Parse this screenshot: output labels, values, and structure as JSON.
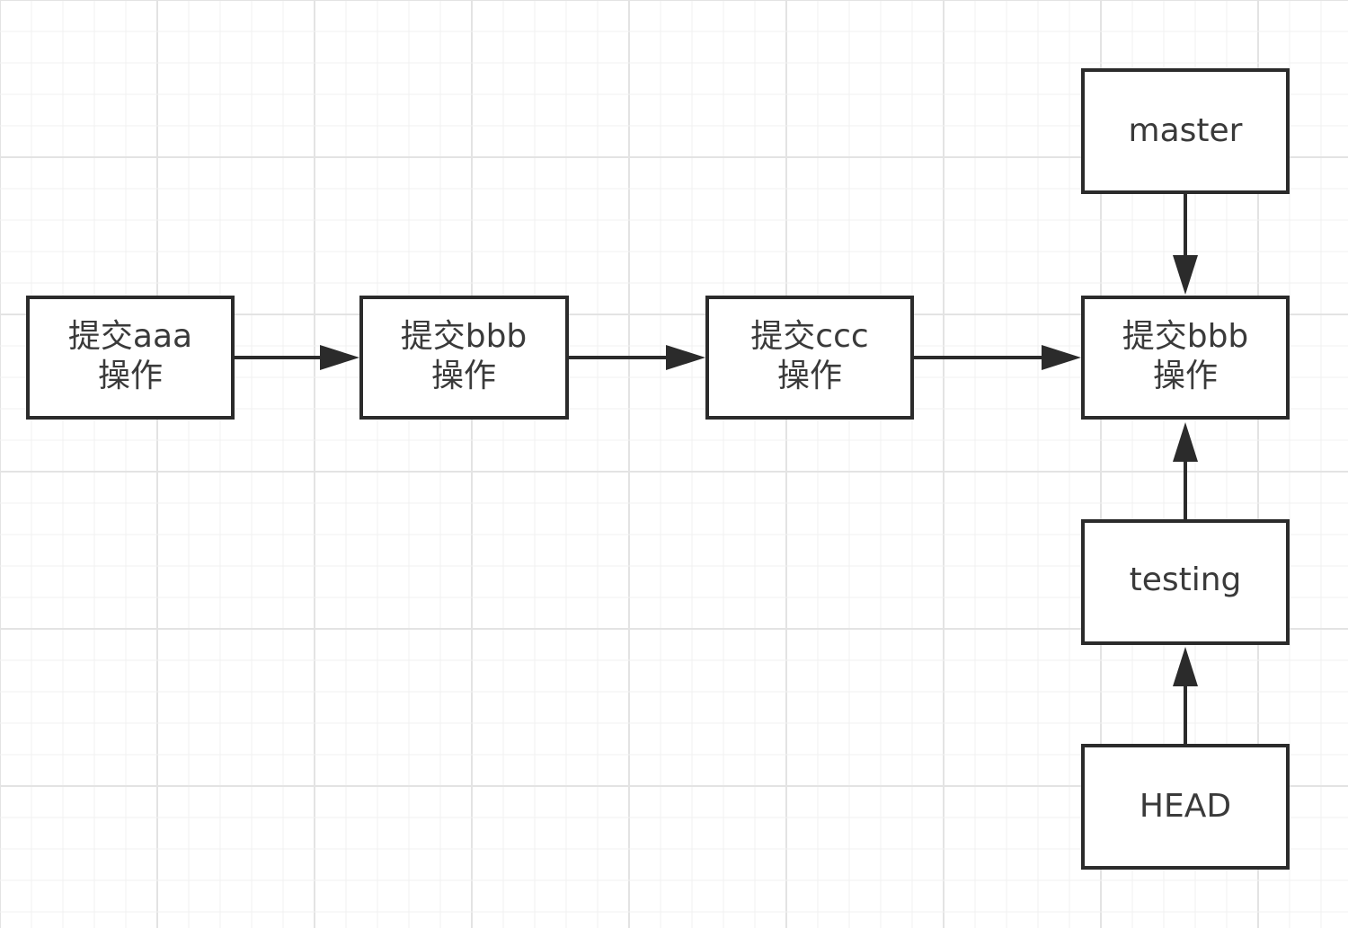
{
  "colors": {
    "background": "#ffffff",
    "grid_major": "#e3e3e3",
    "grid_minor": "#f1f1f1",
    "node_border": "#2b2b2b",
    "node_fill": "#ffffff",
    "text": "#3a3a3a",
    "edge": "#2b2b2b"
  },
  "nodes": {
    "commit_aaa": {
      "line1": "提交aaa",
      "line2": "操作"
    },
    "commit_bbb": {
      "line1": "提交bbb",
      "line2": "操作"
    },
    "commit_ccc": {
      "line1": "提交ccc",
      "line2": "操作"
    },
    "commit_bbb_2": {
      "line1": "提交bbb",
      "line2": "操作"
    },
    "master": {
      "label": "master"
    },
    "testing": {
      "label": "testing"
    },
    "head": {
      "label": "HEAD"
    }
  },
  "edges": [
    {
      "from": "commit_aaa",
      "to": "commit_bbb"
    },
    {
      "from": "commit_bbb",
      "to": "commit_ccc"
    },
    {
      "from": "commit_ccc",
      "to": "commit_bbb_2"
    },
    {
      "from": "master",
      "to": "commit_bbb_2"
    },
    {
      "from": "testing",
      "to": "commit_bbb_2"
    },
    {
      "from": "head",
      "to": "testing"
    }
  ]
}
